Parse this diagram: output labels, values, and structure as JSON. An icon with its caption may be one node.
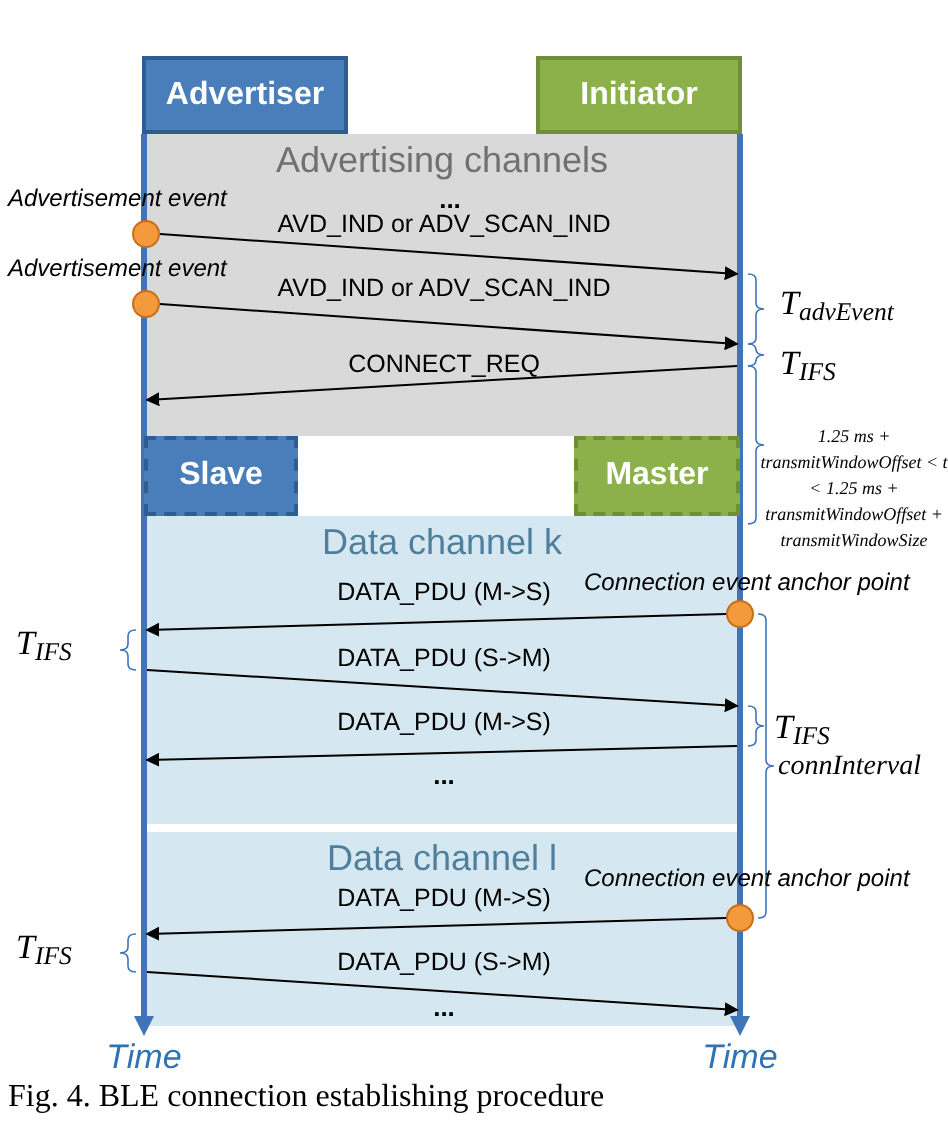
{
  "diagram": {
    "caption": "Fig. 4. BLE connection establishing procedure",
    "nodes": [
      {
        "text": [
          "Advertiser"
        ]
      },
      {
        "text": [
          "Initiator"
        ]
      },
      {
        "text": [],
        "shape": "circle",
        "beside": [
          "Advertisement event"
        ]
      },
      {
        "text": [],
        "shape": "circle",
        "beside": [
          "Advertisement event"
        ]
      },
      {
        "text": [
          "Slave"
        ]
      },
      {
        "text": [
          "Master"
        ]
      },
      {
        "text": [],
        "shape": "circle",
        "beside": [
          "Connection event anchor point"
        ]
      },
      {
        "text": [],
        "shape": "circle",
        "beside": [
          "Connection event anchor point"
        ]
      },
      {
        "text": [],
        "shape": "bar",
        "beside": [
          "Time"
        ]
      },
      {
        "text": [],
        "shape": "bar",
        "beside": [
          "Time"
        ]
      }
    ],
    "edges": [
      {
        "from": 2,
        "to": 9,
        "arrow": "to",
        "label": "AVD_IND or ADV_SCAN_IND"
      },
      {
        "from": 3,
        "to": 9,
        "arrow": "to",
        "label": "AVD_IND or ADV_SCAN_IND"
      },
      {
        "from": 9,
        "to": 8,
        "arrow": "to",
        "label": "CONNECT_REQ"
      },
      {
        "from": 6,
        "to": 8,
        "arrow": "to",
        "label": "DATA_PDU (M->S)"
      },
      {
        "from": 8,
        "to": 9,
        "arrow": "to",
        "label": "DATA_PDU (S->M)"
      },
      {
        "from": 9,
        "to": 8,
        "arrow": "to",
        "label": "DATA_PDU (M->S)"
      },
      {
        "from": 7,
        "to": 8,
        "arrow": "to",
        "label": "DATA_PDU (M->S)"
      },
      {
        "from": 8,
        "to": 9,
        "arrow": "to",
        "label": "DATA_PDU (S->M)"
      }
    ],
    "labels": [
      "Advertising channels",
      "...",
      "T$_{advEvent}$",
      "T$_{IFS}$",
      "1.25 ms + transmitWindowOffset < t < 1.25 ms + transmitWindowOffset + transmitWindowSize",
      "Data channel k",
      "T$_{IFS}$",
      "T$_{IFS}$",
      "connInterval",
      "...",
      "Data channel l",
      "T$_{IFS}$",
      "..."
    ]
  }
}
